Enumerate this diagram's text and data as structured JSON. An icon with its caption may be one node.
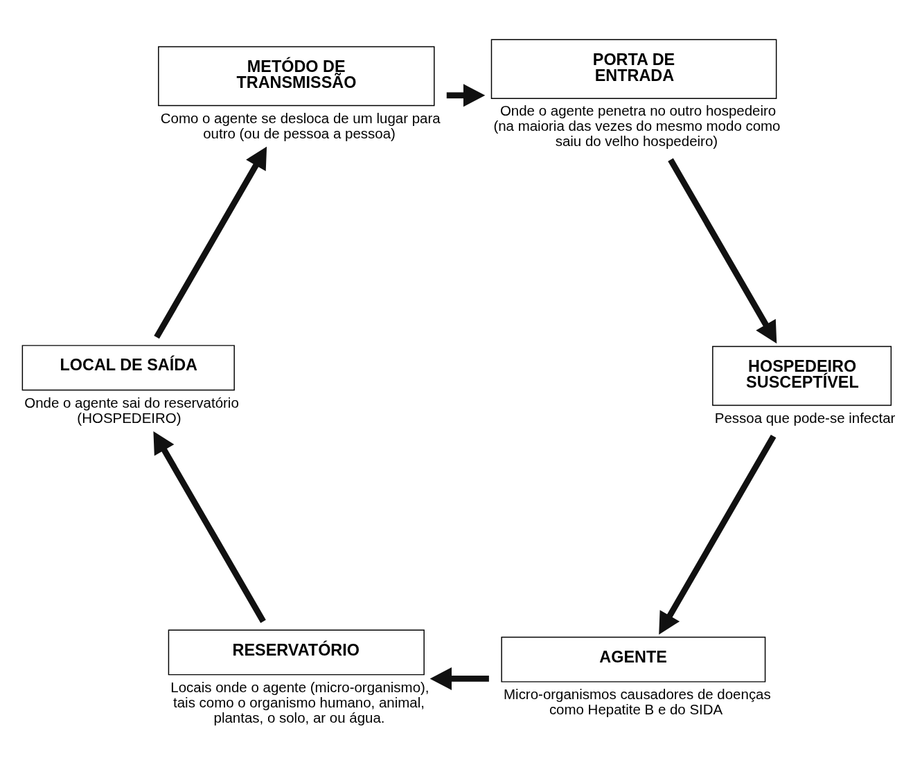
{
  "diagram": {
    "nodes": [
      {
        "text": [
          "AGENTE"
        ],
        "beside": [
          "Micro-organismos causadores de doenças como Hepatite B e do SIDA"
        ]
      },
      {
        "text": [
          "RESERVATÓRIO"
        ],
        "beside": [
          "Locais onde o agente (micro-organismo), tais como o organismo humano, animal, plantas, o solo, ar ou água."
        ]
      },
      {
        "text": [
          "LOCAL DE SAÍDA"
        ],
        "beside": [
          "Onde o agente sai do reservatório (HOSPEDEIRO)"
        ]
      },
      {
        "text": [
          "METÓDO DE TRANSMISSÃO"
        ],
        "beside": [
          "Como o agente se desloca de um lugar para outro (ou de pessoa a pessoa)"
        ]
      },
      {
        "text": [
          "PORTA DE ENTRADA"
        ],
        "beside": [
          "Onde o agente penetra no outro hospedeiro (na maioria das vezes do mesmo modo como saiu do velho hospedeiro)"
        ]
      },
      {
        "text": [
          "HOSPEDEIRO SUSCEPTÍVEL"
        ],
        "beside": [
          "Pessoa que pode-se infectar"
        ]
      }
    ],
    "edges": [
      {
        "from": 0,
        "to": 1,
        "arrow": "to"
      },
      {
        "from": 1,
        "to": 2,
        "arrow": "to"
      },
      {
        "from": 2,
        "to": 3,
        "arrow": "to"
      },
      {
        "from": 3,
        "to": 4,
        "arrow": "to"
      },
      {
        "from": 4,
        "to": 5,
        "arrow": "to"
      },
      {
        "from": 5,
        "to": 0,
        "arrow": "to"
      }
    ]
  }
}
